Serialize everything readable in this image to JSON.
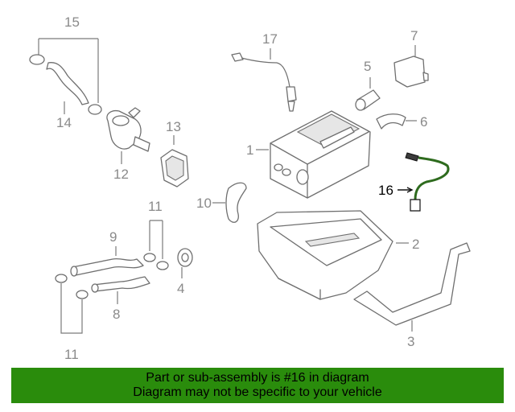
{
  "colors": {
    "banner_bg": "#2a8c0c",
    "highlight_wire": "#2e6b1e",
    "part_outline": "#6f6f6f",
    "label": "#8a8a8a",
    "highlight_label": "#000000"
  },
  "callouts": {
    "c1": "1",
    "c2": "2",
    "c3": "3",
    "c4": "4",
    "c5": "5",
    "c6": "6",
    "c7": "7",
    "c8": "8",
    "c9": "9",
    "c10": "10",
    "c11a": "11",
    "c11b": "11",
    "c12": "12",
    "c13": "13",
    "c14": "14",
    "c15": "15",
    "c16": "16",
    "c17": "17"
  },
  "banner": {
    "line1": "Part or sub-assembly is #16 in diagram",
    "line2": "Diagram may not be specific to your vehicle"
  }
}
